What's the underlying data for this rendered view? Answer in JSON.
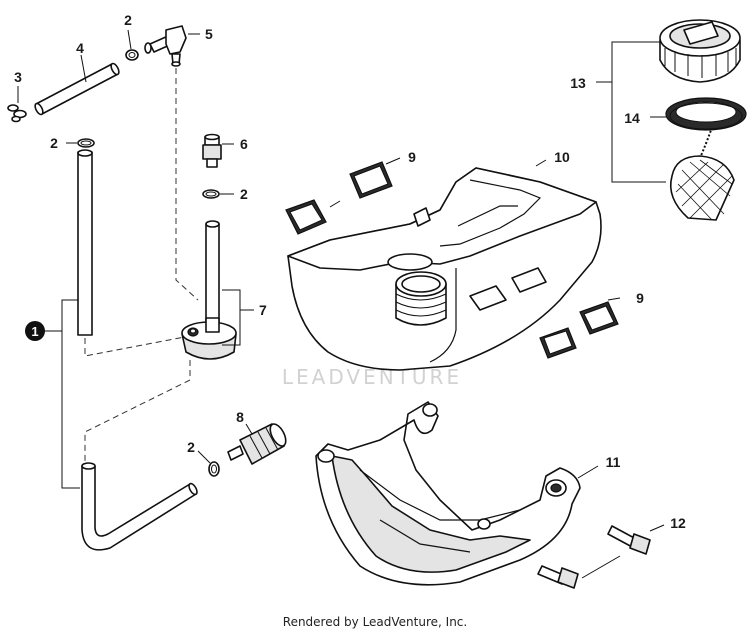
{
  "callouts": {
    "c1": "1",
    "c2a": "2",
    "c2b": "2",
    "c2c": "2",
    "c2d": "2",
    "c3": "3",
    "c4": "4",
    "c5": "5",
    "c6": "6",
    "c7": "7",
    "c8": "8",
    "c9a": "9",
    "c9b": "9",
    "c10": "10",
    "c11": "11",
    "c12": "12",
    "c13": "13",
    "c14": "14"
  },
  "watermark": "LEADVENTURE",
  "footer": "Rendered by LeadVenture, Inc."
}
